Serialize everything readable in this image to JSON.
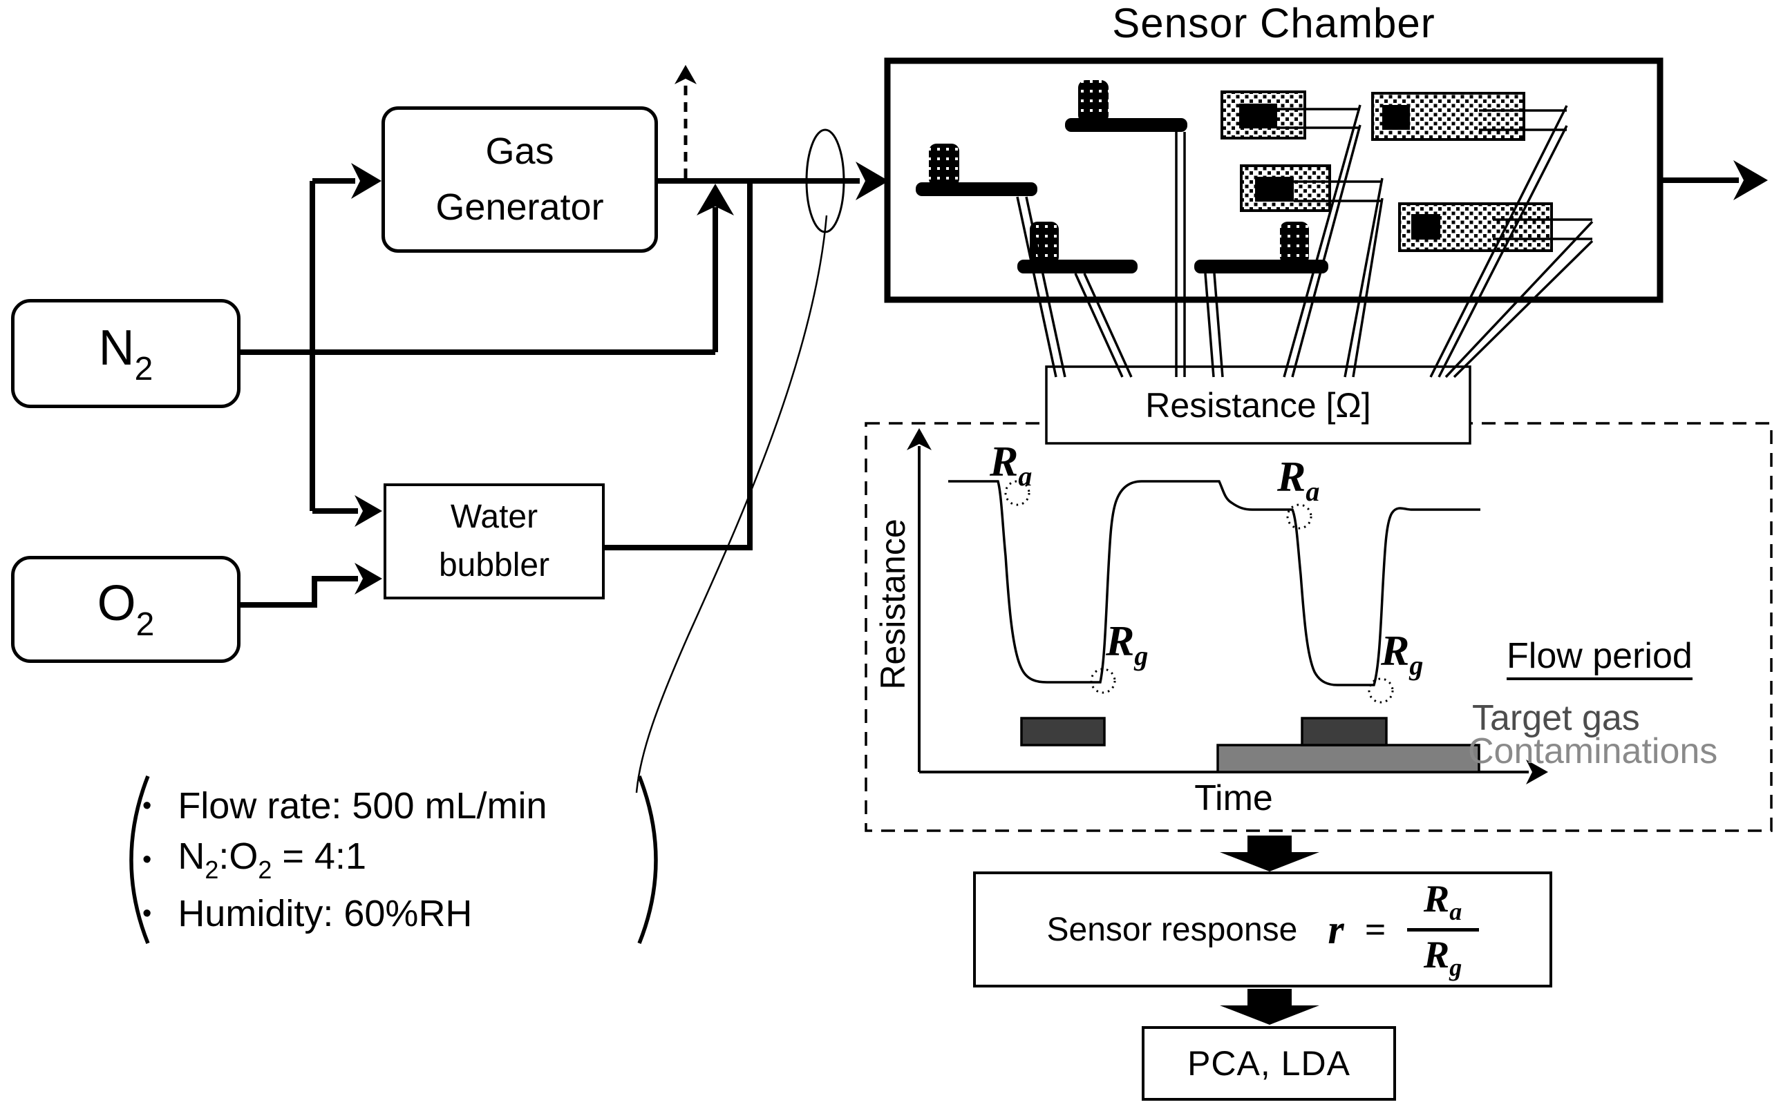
{
  "diagram_title": "Sensor Chamber",
  "sources": {
    "n2_main": "N",
    "n2_sub": "2",
    "o2_main": "O",
    "o2_sub": "2"
  },
  "gas_generator": {
    "line1": "Gas",
    "line2": "Generator"
  },
  "water_bubbler": {
    "line1": "Water",
    "line2": "bubbler"
  },
  "resistance_meter": {
    "label": "Resistance [Ω]"
  },
  "graph": {
    "y_axis": "Resistance",
    "x_axis": "Time",
    "var_R": "R",
    "sub_a": "a",
    "sub_g": "g",
    "flow_period": "Flow period",
    "target_gas": "Target gas",
    "contaminations": "Contaminations",
    "colors": {
      "target_gas_bar": "#3d3d3d",
      "contaminations_bar": "#7f7f7f",
      "target_gas_text": "#4d4d4d",
      "contaminations_text": "#8a8a8a"
    }
  },
  "conditions": {
    "bullet": "•",
    "flow_rate": "Flow rate: 500 mL/min",
    "ratio_n": "N",
    "ratio_n_sub": "2",
    "ratio_mid": ":O",
    "ratio_o_sub": "2",
    "ratio_value": " = 4:1",
    "humidity": "Humidity: 60%RH"
  },
  "sensor_response": {
    "label": "Sensor response",
    "var_r": "r",
    "equals": "=",
    "var_R": "R",
    "sub_a": "a",
    "sub_g": "g"
  },
  "analysis": {
    "label": "PCA, LDA"
  }
}
